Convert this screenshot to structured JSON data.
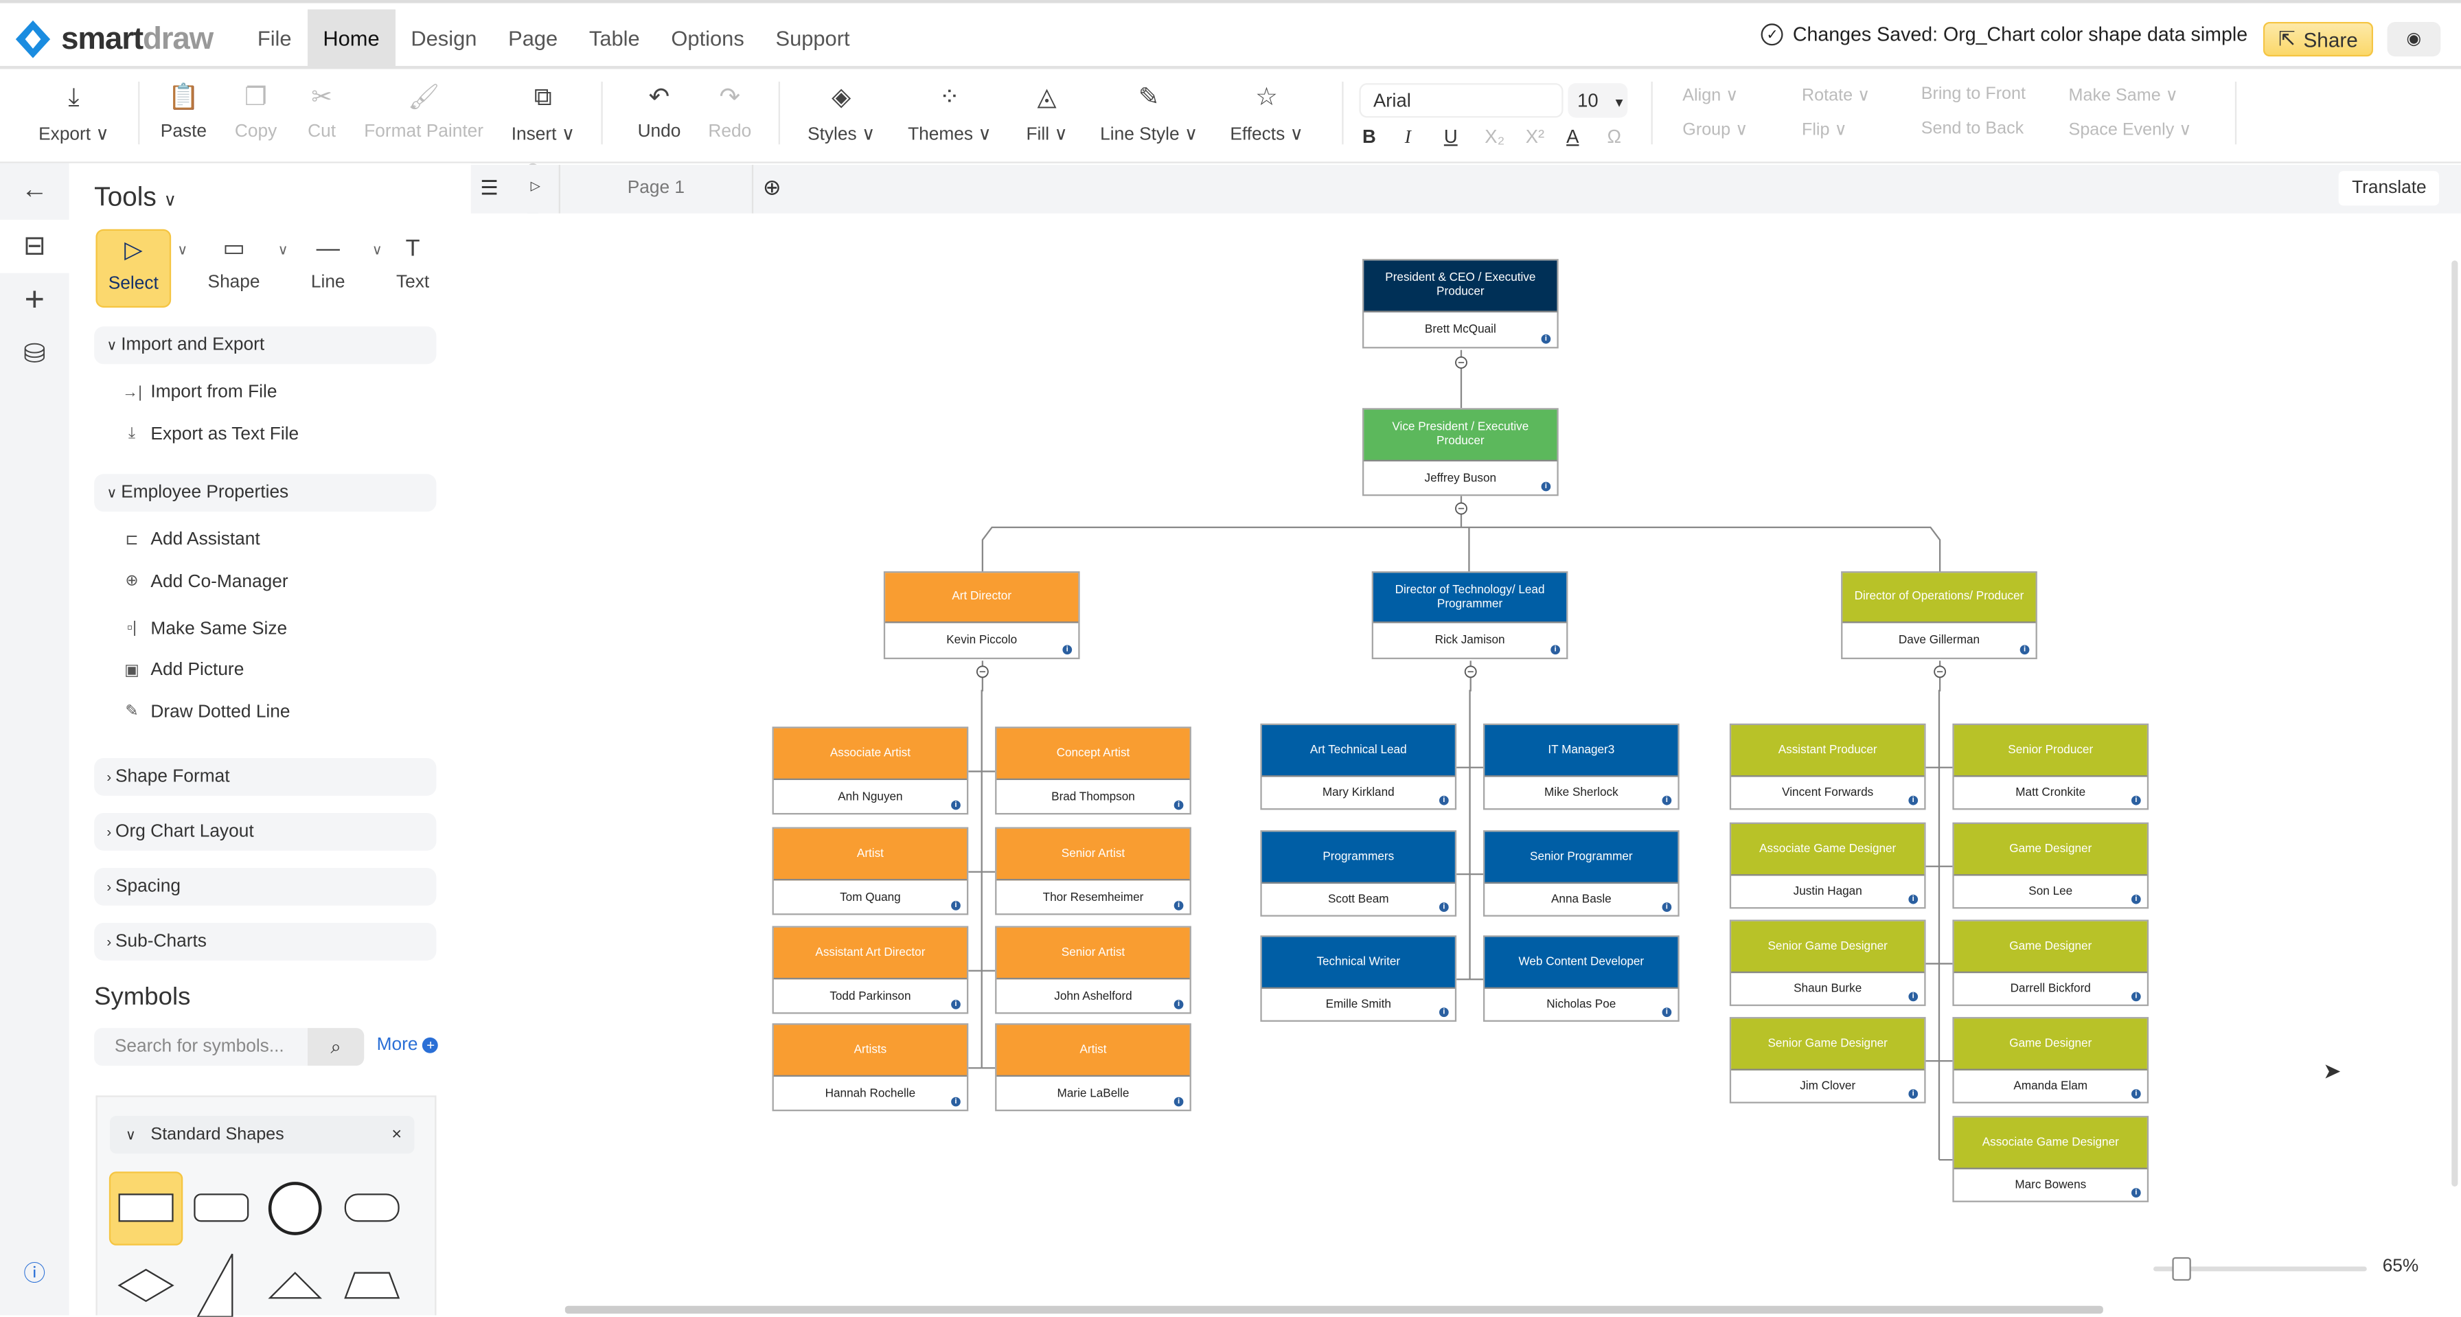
{
  "app": {
    "name_dark": "smart",
    "name_light": "draw",
    "menu": [
      "File",
      "Home",
      "Design",
      "Page",
      "Table",
      "Options",
      "Support"
    ],
    "active_menu": "Home",
    "status": "Changes Saved: Org_Chart color shape data simple",
    "share_label": "Share"
  },
  "ribbon": {
    "buttons": [
      {
        "label": "Export ∨",
        "icon": "download-icon",
        "enabled": true
      },
      {
        "label": "Paste",
        "icon": "clipboard-icon",
        "enabled": true
      },
      {
        "label": "Copy",
        "icon": "copy-icon",
        "enabled": false
      },
      {
        "label": "Cut",
        "icon": "scissors-icon",
        "enabled": false
      },
      {
        "label": "Format Painter",
        "icon": "format-painter-icon",
        "enabled": false
      },
      {
        "label": "Insert ∨",
        "icon": "insert-icon",
        "enabled": true
      },
      {
        "label": "Undo",
        "icon": "undo-icon",
        "enabled": true
      },
      {
        "label": "Redo",
        "icon": "redo-icon",
        "enabled": false
      },
      {
        "label": "Styles ∨",
        "icon": "styles-icon",
        "enabled": true
      },
      {
        "label": "Themes ∨",
        "icon": "themes-icon",
        "enabled": true
      },
      {
        "label": "Fill ∨",
        "icon": "fill-icon",
        "enabled": true
      },
      {
        "label": "Line Style ∨",
        "icon": "pen-icon",
        "enabled": true
      },
      {
        "label": "Effects ∨",
        "icon": "star-icon",
        "enabled": true
      }
    ],
    "font": "Arial",
    "font_size": "10",
    "arrange": [
      "Align ∨",
      "Rotate ∨",
      "Bring to Front",
      "Make Same ∨",
      "Group ∨",
      "Flip ∨",
      "Send to Back",
      "Space Evenly ∨"
    ]
  },
  "panel": {
    "title": "Tools",
    "tools": [
      {
        "label": "Select",
        "selected": true
      },
      {
        "label": "Shape"
      },
      {
        "label": "Line"
      },
      {
        "label": "Text"
      }
    ],
    "sections": [
      {
        "label": "Import and Export",
        "expanded": true,
        "items": [
          "Import from File",
          "Export as Text File"
        ]
      },
      {
        "label": "Employee Properties",
        "expanded": true,
        "items": [
          "Add Assistant",
          "Add Co-Manager",
          "Make Same Size",
          "Add Picture",
          "Draw Dotted Line"
        ]
      },
      {
        "label": "Shape Format",
        "expanded": false
      },
      {
        "label": "Org Chart Layout",
        "expanded": false
      },
      {
        "label": "Spacing",
        "expanded": false
      },
      {
        "label": "Sub-Charts",
        "expanded": false
      }
    ],
    "symbols_title": "Symbols",
    "search_placeholder": "Search for symbols...",
    "more_label": "More",
    "library": "Standard Shapes"
  },
  "page_tab": "Page 1",
  "translate_label": "Translate",
  "zoom_level": "65%",
  "colors": {
    "navy": "#003057",
    "green": "#5cb85c",
    "orange": "#f99d31",
    "blue": "#005ea5",
    "olive": "#b8c228",
    "accent": "#fbd86e"
  },
  "org": {
    "ceo": {
      "title": "President & CEO / Executive Producer",
      "name": "Brett McQuail",
      "color": "#003057"
    },
    "vp": {
      "title": "Vice President / Executive Producer",
      "name": "Jeffrey Buson",
      "color": "#5cb85c"
    },
    "departments": [
      {
        "director": {
          "title": "Art Director",
          "name": "Kevin Piccolo"
        },
        "color": "#f99d31",
        "left": [
          {
            "title": "Associate Artist",
            "name": "Anh Nguyen"
          },
          {
            "title": "Artist",
            "name": "Tom Quang"
          },
          {
            "title": "Assistant Art Director",
            "name": "Todd Parkinson"
          },
          {
            "title": "Artists",
            "name": "Hannah Rochelle"
          }
        ],
        "right": [
          {
            "title": "Concept Artist",
            "name": "Brad Thompson"
          },
          {
            "title": "Senior Artist",
            "name": "Thor Resemheimer"
          },
          {
            "title": "Senior Artist",
            "name": "John Ashelford"
          },
          {
            "title": "Artist",
            "name": "Marie LaBelle"
          }
        ]
      },
      {
        "director": {
          "title": "Director of Technology/ Lead Programmer",
          "name": "Rick Jamison"
        },
        "color": "#005ea5",
        "left": [
          {
            "title": "Art Technical Lead",
            "name": "Mary Kirkland"
          },
          {
            "title": "Programmers",
            "name": "Scott Beam"
          },
          {
            "title": "Technical Writer",
            "name": "Emille Smith"
          }
        ],
        "right": [
          {
            "title": "IT Manager3",
            "name": "Mike Sherlock"
          },
          {
            "title": "Senior Programmer",
            "name": "Anna Basle"
          },
          {
            "title": "Web Content Developer",
            "name": "Nicholas Poe"
          }
        ]
      },
      {
        "director": {
          "title": "Director of Operations/ Producer",
          "name": "Dave Gillerman"
        },
        "color": "#b8c228",
        "left": [
          {
            "title": "Assistant Producer",
            "name": "Vincent Forwards"
          },
          {
            "title": "Associate Game Designer",
            "name": "Justin Hagan"
          },
          {
            "title": "Senior Game Designer",
            "name": "Shaun Burke"
          },
          {
            "title": "Senior Game Designer",
            "name": "Jim Clover"
          }
        ],
        "right": [
          {
            "title": "Senior Producer",
            "name": "Matt Cronkite"
          },
          {
            "title": "Game Designer",
            "name": "Son Lee"
          },
          {
            "title": "Game Designer",
            "name": "Darrell Bickford"
          },
          {
            "title": "Game Designer",
            "name": "Amanda Elam"
          },
          {
            "title": "Associate Game Designer",
            "name": "Marc Bowens"
          }
        ]
      }
    ]
  }
}
